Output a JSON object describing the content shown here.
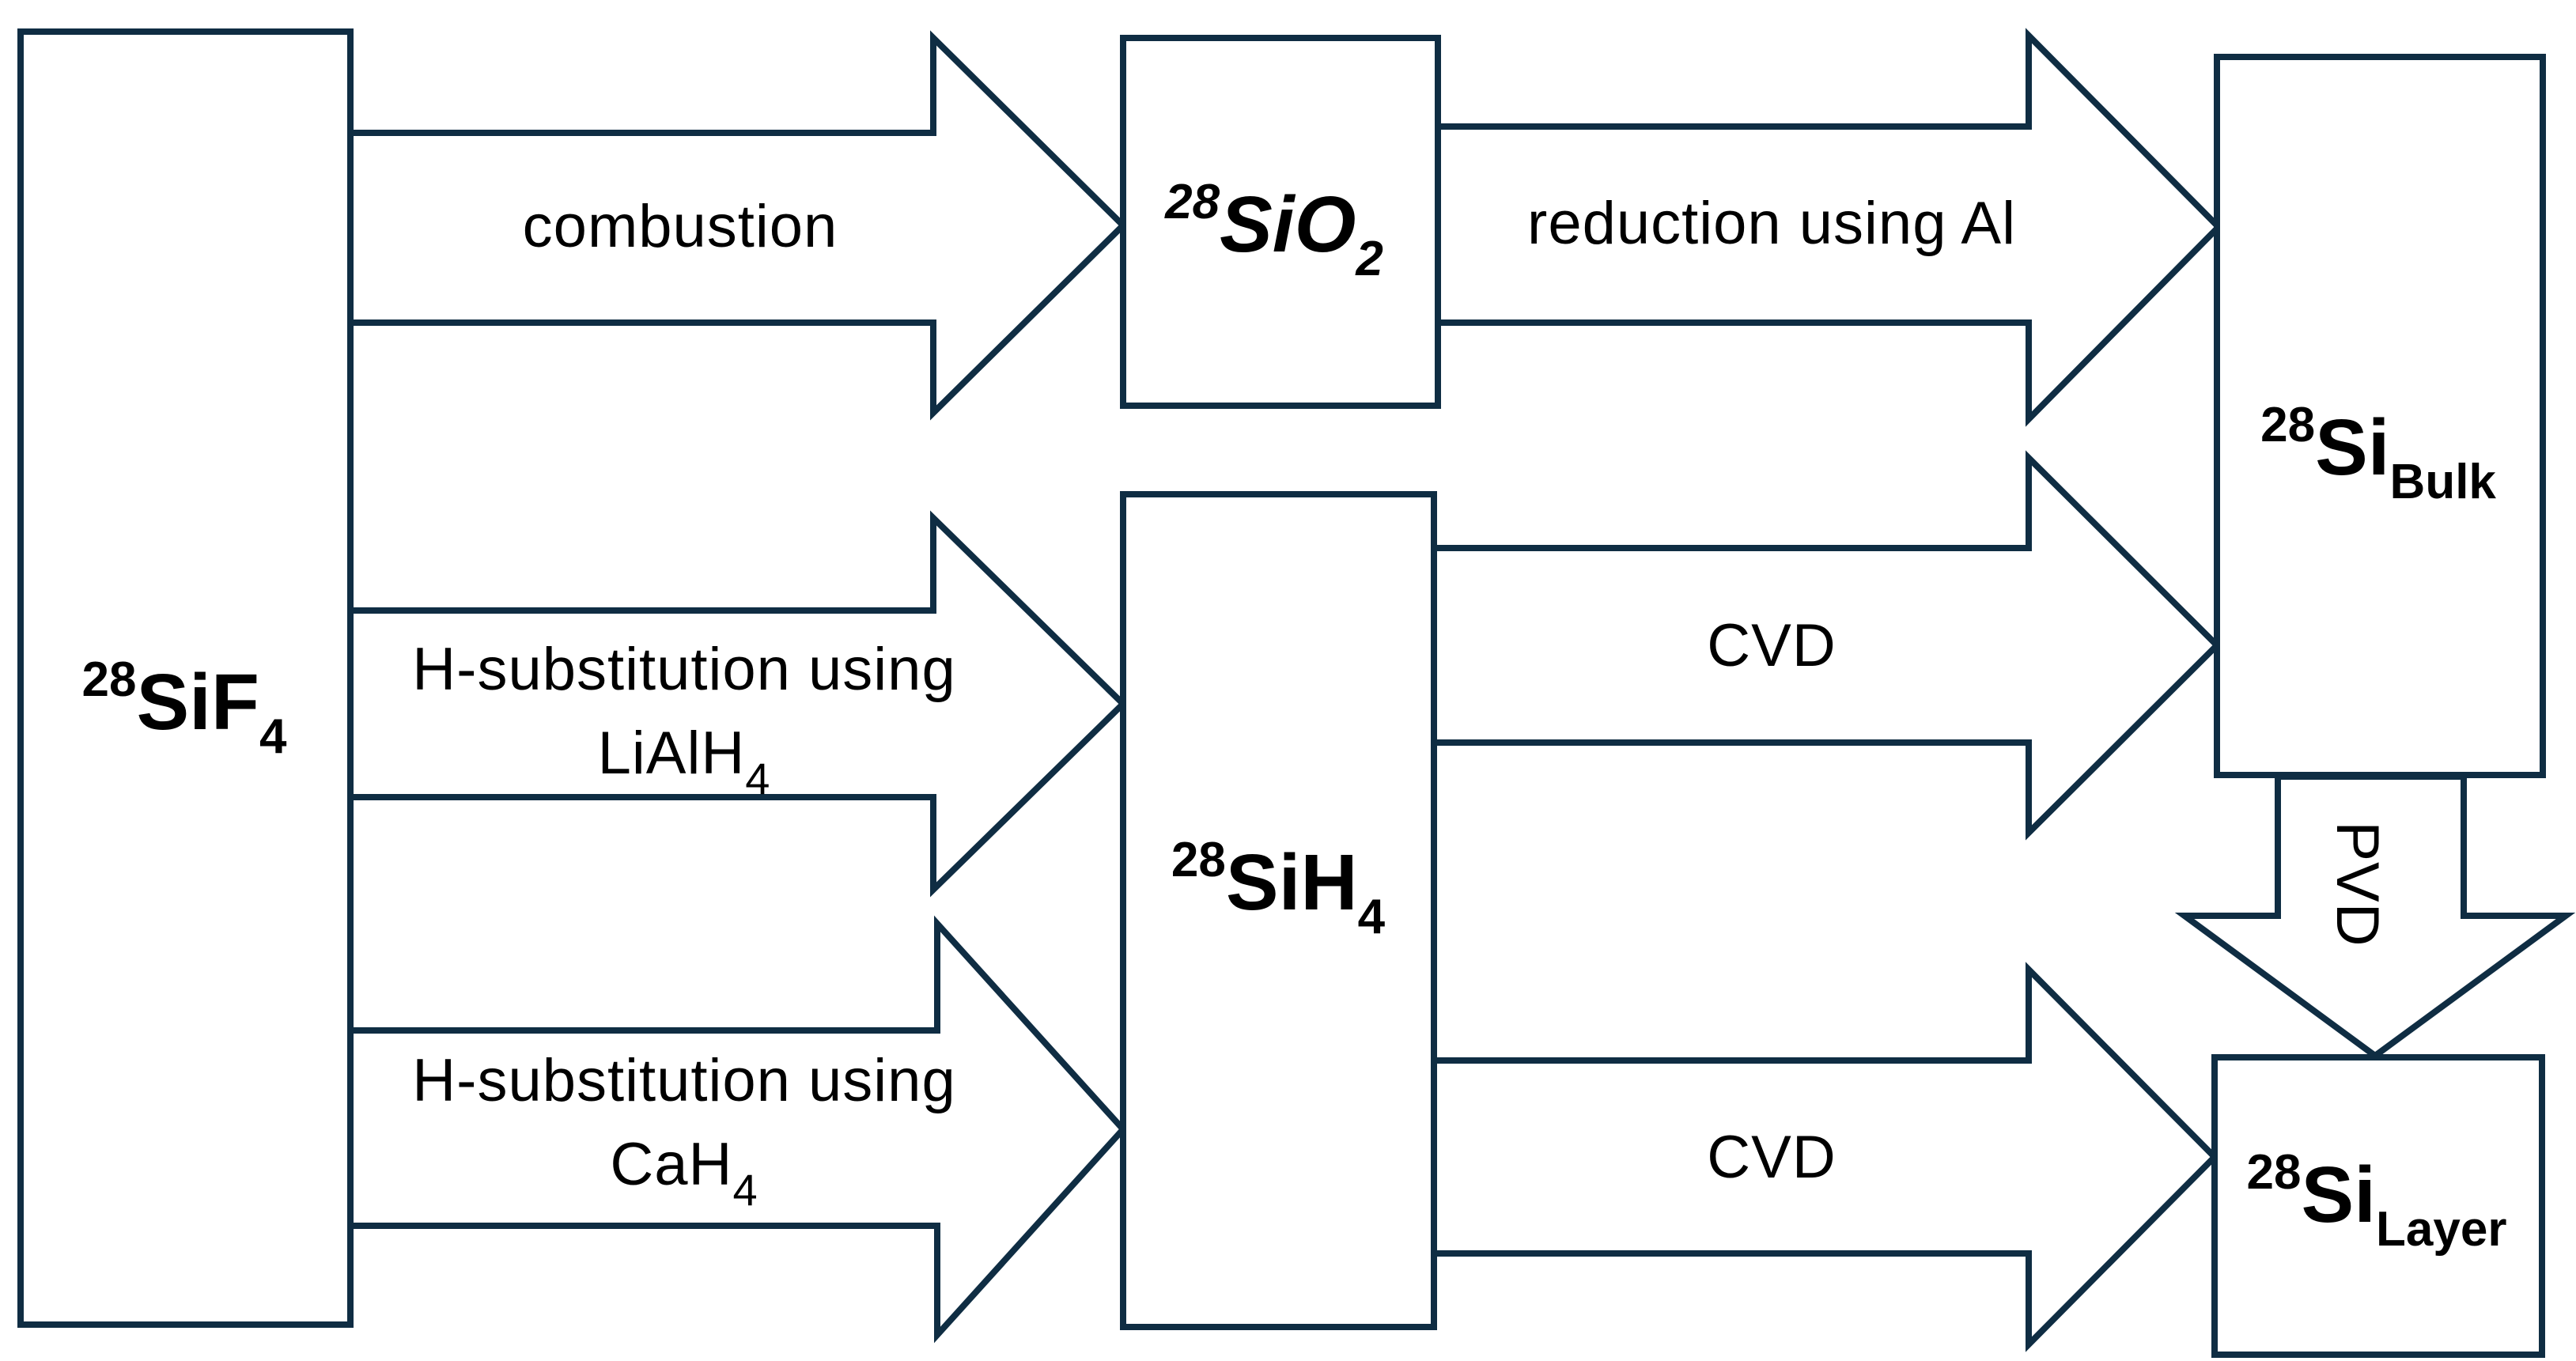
{
  "diagram": {
    "colors": {
      "stroke": "#0f2d43",
      "box_fill": "#ffffff",
      "text": "#000000",
      "background": "#ffffff"
    },
    "nodes": {
      "sif4": {
        "sup": "28",
        "main": "SiF",
        "sub": "4"
      },
      "sio2": {
        "sup": "28",
        "main": "SiO",
        "sub": "2"
      },
      "sih4": {
        "sup": "28",
        "main": "SiH",
        "sub": "4"
      },
      "si_bulk": {
        "sup": "28",
        "main": "Si",
        "sub": "Bulk"
      },
      "si_layer": {
        "sup": "28",
        "main": "Si",
        "sub": "Layer"
      }
    },
    "processes": {
      "combustion": {
        "label": "combustion"
      },
      "reduction": {
        "label": "reduction using Al"
      },
      "h_sub_lialh4": {
        "line1": "H-substitution using",
        "agent_main": "LiAlH",
        "agent_sub": "4"
      },
      "h_sub_cah4": {
        "line1": "H-substitution using",
        "agent_main": "CaH",
        "agent_sub": "4"
      },
      "cvd_to_bulk": {
        "label": "CVD"
      },
      "cvd_to_layer": {
        "label": "CVD"
      },
      "pvd": {
        "label": "PVD"
      }
    }
  }
}
